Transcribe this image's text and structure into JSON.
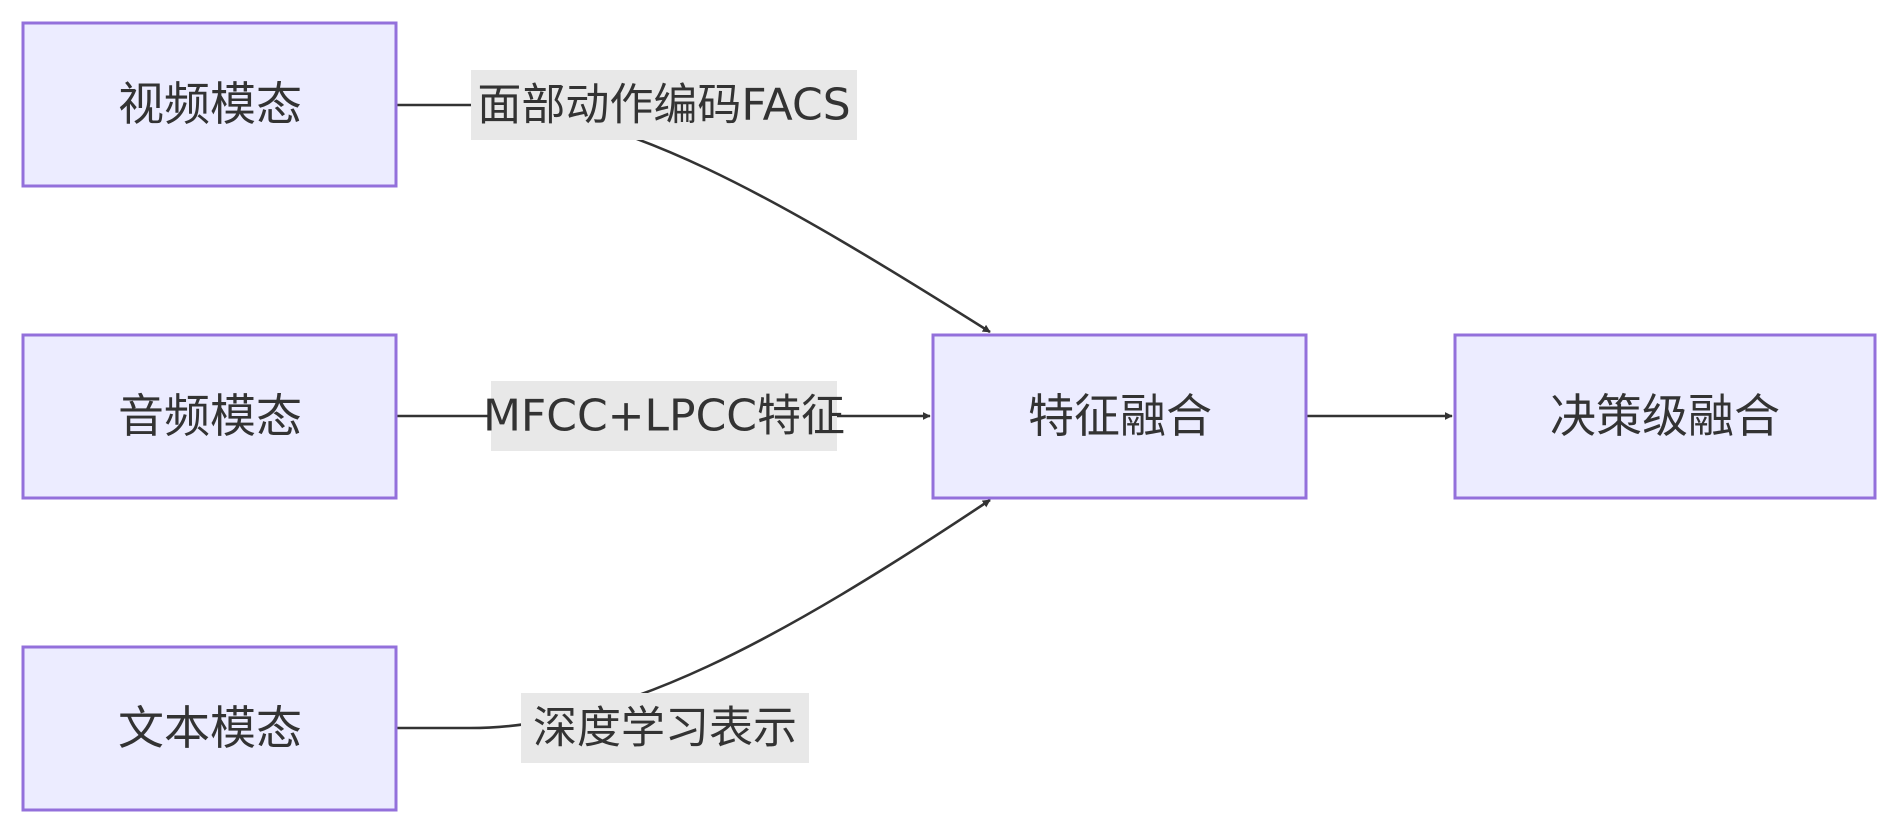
{
  "nodes": {
    "video": "视频模态",
    "audio": "音频模态",
    "text": "文本模态",
    "feature_fusion": "特征融合",
    "decision_fusion": "决策级融合"
  },
  "edges": {
    "video_to_fusion": "面部动作编码FACS",
    "audio_to_fusion": "MFCC+LPCC特征",
    "text_to_fusion": "深度学习表示"
  },
  "colors": {
    "node_fill": "#ECECFF",
    "node_stroke": "#9370DB",
    "edge": "#333333",
    "label_bg": "#e8e8e8",
    "text": "#333333"
  }
}
